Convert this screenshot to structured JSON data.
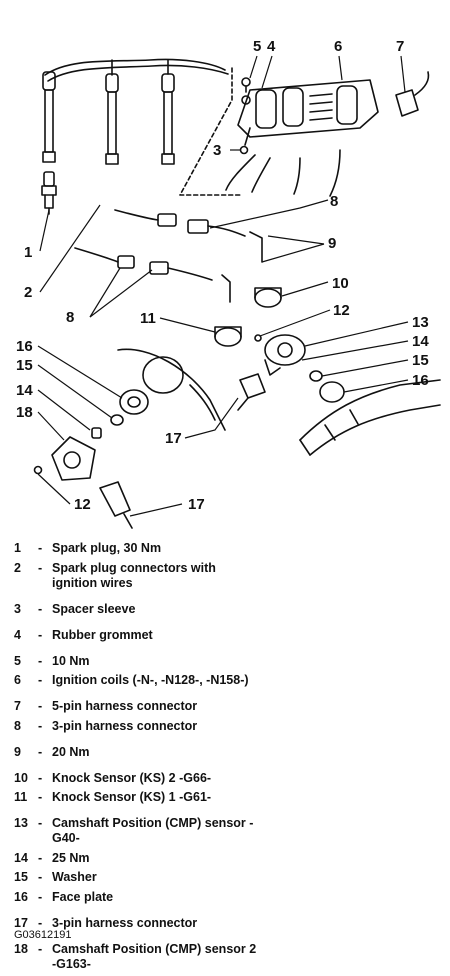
{
  "callouts": [
    "5",
    "4",
    "6",
    "7",
    "3",
    "8",
    "1",
    "9",
    "10",
    "2",
    "8",
    "11",
    "12",
    "13",
    "16",
    "14",
    "15",
    "15",
    "14",
    "16",
    "18",
    "17",
    "12",
    "17"
  ],
  "legend": [
    {
      "num": "1",
      "text": "Spark plug, 30 Nm"
    },
    {
      "num": "2",
      "text": "Spark plug connectors with\nignition wires"
    },
    {
      "num": "3",
      "text": "Spacer sleeve"
    },
    {
      "num": "4",
      "text": "Rubber grommet"
    },
    {
      "num": "5",
      "text": "10 Nm"
    },
    {
      "num": "6",
      "text": "Ignition coils (-N-, -N128-, -N158-)"
    },
    {
      "num": "7",
      "text": "5-pin harness connector"
    },
    {
      "num": "8",
      "text": "3-pin harness connector"
    },
    {
      "num": "9",
      "text": "20 Nm"
    },
    {
      "num": "10",
      "text": "Knock Sensor (KS) 2 -G66-"
    },
    {
      "num": "11",
      "text": "Knock Sensor (KS) 1 -G61-"
    },
    {
      "num": "13",
      "text": "Camshaft Position (CMP) sensor  -\nG40-"
    },
    {
      "num": "14",
      "text": "25 Nm"
    },
    {
      "num": "15",
      "text": "Washer"
    },
    {
      "num": "16",
      "text": "Face plate"
    },
    {
      "num": "17",
      "text": "3-pin harness connector"
    },
    {
      "num": "18",
      "text": "Camshaft Position (CMP) sensor 2\n-G163-"
    }
  ],
  "legend_separator": "-",
  "figure_id": "G03612191"
}
